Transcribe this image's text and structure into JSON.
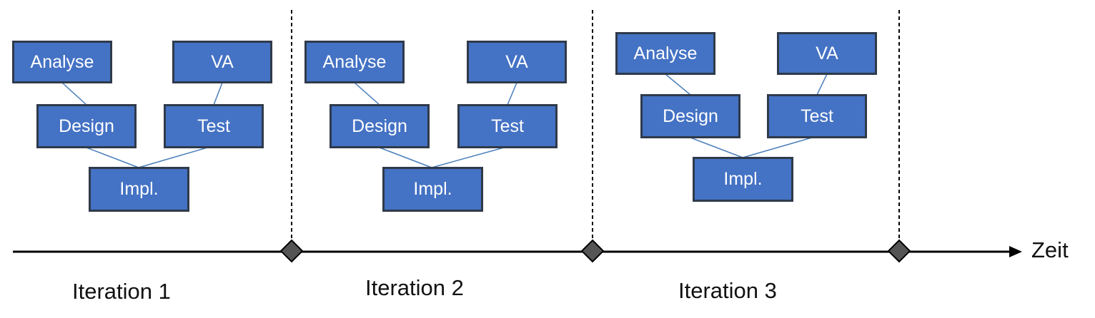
{
  "axis": {
    "label": "Zeit"
  },
  "iterations": [
    {
      "label": "Iteration 1",
      "boxes": {
        "analyse": "Analyse",
        "va": "VA",
        "design": "Design",
        "test": "Test",
        "impl": "Impl."
      }
    },
    {
      "label": "Iteration 2",
      "boxes": {
        "analyse": "Analyse",
        "va": "VA",
        "design": "Design",
        "test": "Test",
        "impl": "Impl."
      }
    },
    {
      "label": "Iteration 3",
      "boxes": {
        "analyse": "Analyse",
        "va": "VA",
        "design": "Design",
        "test": "Test",
        "impl": "Impl."
      }
    }
  ],
  "colors": {
    "box_fill": "#4472c4",
    "box_border": "#2f3a4a",
    "connector": "#4a7ebb",
    "milestone": "#555555",
    "axis": "#000000"
  }
}
